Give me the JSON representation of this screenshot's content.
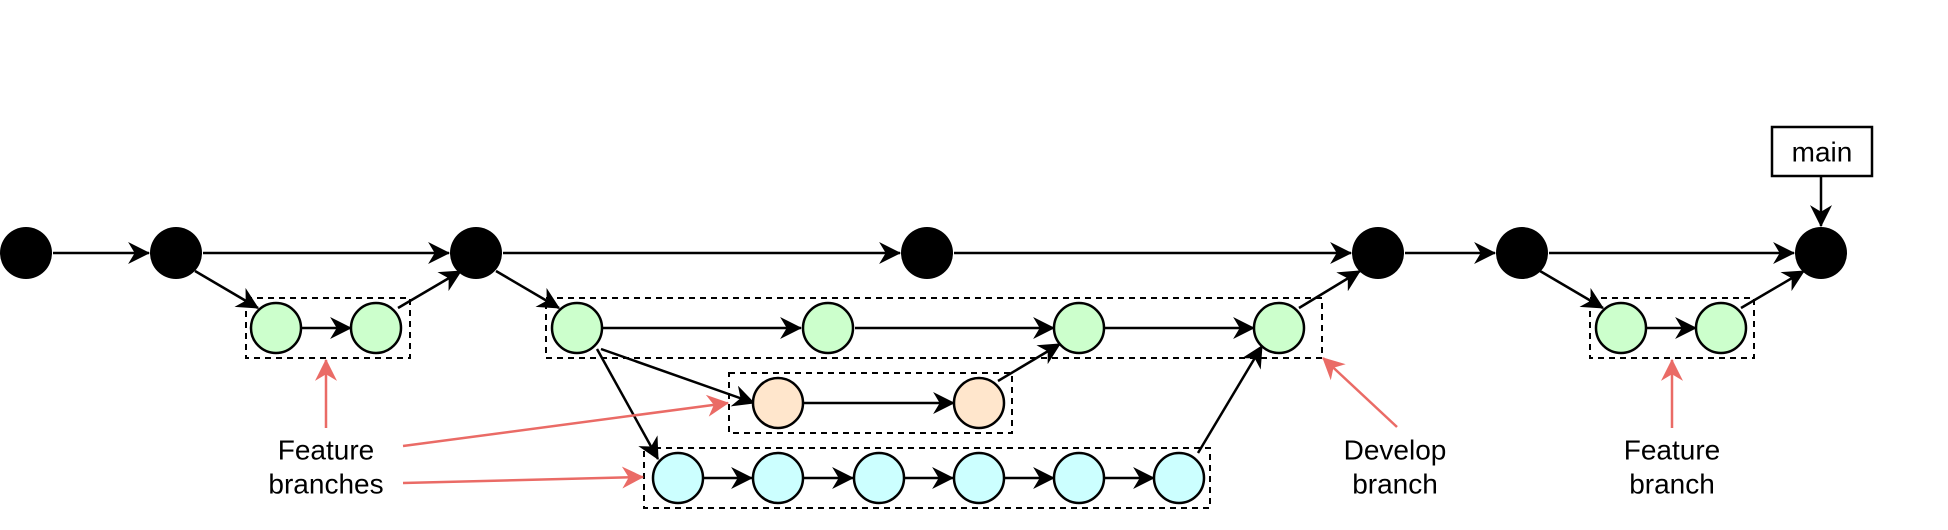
{
  "labels": {
    "main": "main",
    "feature_branches_line1": "Feature",
    "feature_branches_line2": "branches",
    "develop_line1": "Develop",
    "develop_line2": "branch",
    "feature_branch_line1": "Feature",
    "feature_branch_line2": "branch"
  },
  "colors": {
    "main_commit": "#000000",
    "develop_commit": "#ccffcc",
    "feature_orange": "#ffe6cc",
    "feature_cyan": "#ccffff",
    "annotation_arrow": "#ea6b66",
    "stroke": "#000000"
  }
}
